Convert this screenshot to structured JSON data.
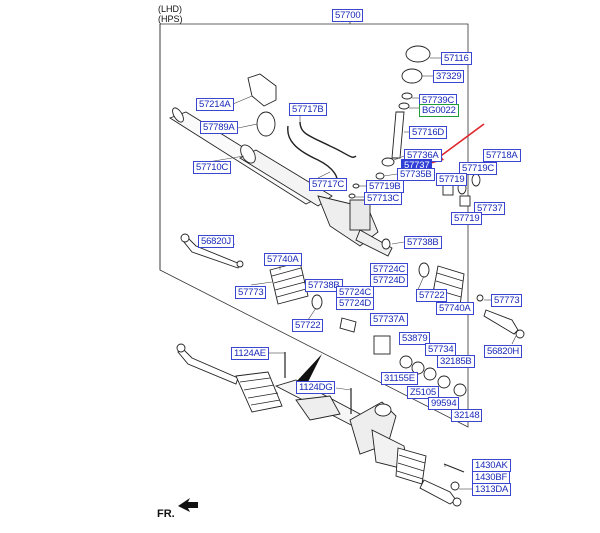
{
  "header": {
    "line1": "(LHD)",
    "line2": "(HPS)"
  },
  "main_label": "57700",
  "direction_label": "FR.",
  "colors": {
    "label_text": "#1a2ab8",
    "label_border": "#3a46d0",
    "highlight": "#2f3fd6",
    "arrow": "#e0262b",
    "green_box": "#1f9b3a"
  },
  "labels": [
    {
      "id": "57116",
      "text": "57116"
    },
    {
      "id": "37329",
      "text": "37329"
    },
    {
      "id": "57739C",
      "text": "57739C"
    },
    {
      "id": "BG0022",
      "text": "BG0022"
    },
    {
      "id": "57214A",
      "text": "57214A"
    },
    {
      "id": "57717B",
      "text": "57717B"
    },
    {
      "id": "57789A",
      "text": "57789A"
    },
    {
      "id": "57716D",
      "text": "57716D"
    },
    {
      "id": "57718A",
      "text": "57718A"
    },
    {
      "id": "57736A",
      "text": "57736A"
    },
    {
      "id": "57737",
      "text": "57737"
    },
    {
      "id": "57719C",
      "text": "57719C"
    },
    {
      "id": "57710C",
      "text": "57710C"
    },
    {
      "id": "57717C",
      "text": "57717C"
    },
    {
      "id": "57735B",
      "text": "57735B"
    },
    {
      "id": "57719a",
      "text": "57719"
    },
    {
      "id": "57719B",
      "text": "57719B"
    },
    {
      "id": "57713C",
      "text": "57713C"
    },
    {
      "id": "57737b",
      "text": "57737"
    },
    {
      "id": "57719b",
      "text": "57719"
    },
    {
      "id": "56820J",
      "text": "56820J"
    },
    {
      "id": "57738Ba",
      "text": "57738B"
    },
    {
      "id": "57740Aa",
      "text": "57740A"
    },
    {
      "id": "57724Ca",
      "text": "57724C"
    },
    {
      "id": "57724Da",
      "text": "57724D"
    },
    {
      "id": "57773a",
      "text": "57773"
    },
    {
      "id": "57738Bb",
      "text": "57738B"
    },
    {
      "id": "57724Cb",
      "text": "57724C"
    },
    {
      "id": "57724Db",
      "text": "57724D"
    },
    {
      "id": "57722a",
      "text": "57722"
    },
    {
      "id": "57740Ab",
      "text": "57740A"
    },
    {
      "id": "57773b",
      "text": "57773"
    },
    {
      "id": "57722b",
      "text": "57722"
    },
    {
      "id": "57737A",
      "text": "57737A"
    },
    {
      "id": "53879",
      "text": "53879"
    },
    {
      "id": "56820H",
      "text": "56820H"
    },
    {
      "id": "1124AE",
      "text": "1124AE"
    },
    {
      "id": "57734",
      "text": "57734"
    },
    {
      "id": "32185B",
      "text": "32185B"
    },
    {
      "id": "31155E",
      "text": "31155E"
    },
    {
      "id": "1124DG",
      "text": "1124DG"
    },
    {
      "id": "Z5105",
      "text": "Z5105"
    },
    {
      "id": "99594",
      "text": "99594"
    },
    {
      "id": "32148",
      "text": "32148"
    },
    {
      "id": "1430AK",
      "text": "1430AK"
    },
    {
      "id": "1430BF",
      "text": "1430BF"
    },
    {
      "id": "1313DA",
      "text": "1313DA"
    }
  ]
}
